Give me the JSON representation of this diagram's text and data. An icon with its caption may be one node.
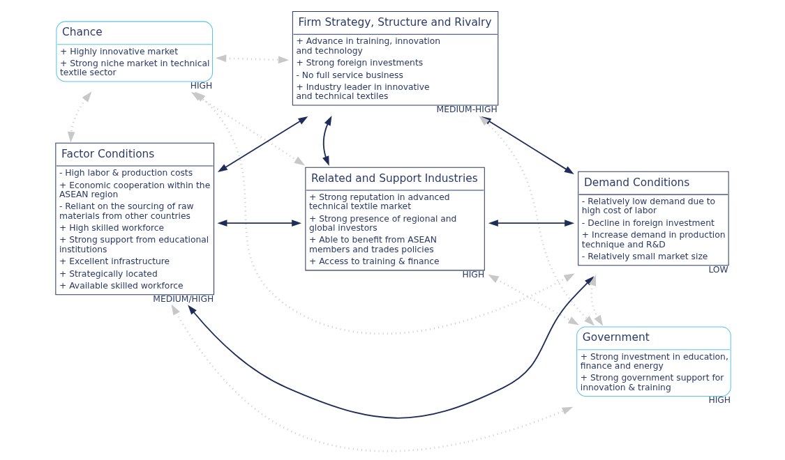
{
  "diagram": {
    "nodes": [
      {
        "text": [
          "Chance",
          "+ Highly innovative market",
          "+ Strong niche market in technical textile sector"
        ],
        "beside": [
          "HIGH"
        ]
      },
      {
        "text": [
          "Firm Strategy, Structure and Rivalry",
          "+ Advance in training, innovation and technology",
          "+ Strong foreign investments",
          "- No full service business",
          "+ Industry leader in innovative and technical textiles"
        ],
        "beside": [
          "MEDIUM-HIGH"
        ]
      },
      {
        "text": [
          "Factor Conditions",
          "- High labor & production costs",
          "+ Economic cooperation within the ASEAN region",
          "- Reliant on the sourcing of raw materials from other countries",
          "+ High skilled workforce",
          "+ Strong support from educational institutions",
          "+ Excellent infrastructure",
          "+ Strategically located",
          "+ Available skilled workforce"
        ],
        "beside": [
          "MEDIUM/HIGH"
        ]
      },
      {
        "text": [
          "Demand Conditions",
          "- Relatively low demand due to high cost of labor",
          "- Decline in foreign investment",
          "+ Increase demand in production technique and R&D",
          "- Relatively small market size"
        ],
        "beside": [
          "LOW"
        ]
      },
      {
        "text": [
          "Related and Support Industries",
          "+ Strong reputation in advanced technical textile market",
          "+ Strong presence of regional and global investors",
          "+ Able to benefit from ASEAN members and trades policies",
          "+ Access to training & finance"
        ],
        "beside": [
          "HIGH"
        ]
      },
      {
        "text": [
          "Government",
          "+ Strong investment in education, finance and energy",
          "+ Strong government support for innovation & training"
        ],
        "beside": [
          "HIGH"
        ]
      }
    ],
    "edges": [
      {
        "from": 2,
        "to": 1,
        "arrow": "both",
        "color": "#1f2d5a"
      },
      {
        "from": 1,
        "to": 3,
        "arrow": "both",
        "color": "#1f2d5a"
      },
      {
        "from": 2,
        "to": 3,
        "arrow": "both",
        "color": "#1f2d5a"
      },
      {
        "from": 1,
        "to": 4,
        "arrow": "both",
        "color": "#1f2d5a"
      },
      {
        "from": 2,
        "to": 4,
        "arrow": "both",
        "color": "#1f2d5a"
      },
      {
        "from": 4,
        "to": 3,
        "arrow": "both",
        "color": "#1f2d5a"
      },
      {
        "from": 0,
        "to": 1,
        "arrow": "both",
        "color": "#c8c8c8",
        "style": "dashed"
      },
      {
        "from": 0,
        "to": 2,
        "arrow": "both",
        "color": "#c8c8c8",
        "style": "dashed"
      },
      {
        "from": 0,
        "to": 3,
        "arrow": "both",
        "color": "#c8c8c8",
        "style": "dashed"
      },
      {
        "from": 0,
        "to": 4,
        "arrow": "both",
        "color": "#c8c8c8",
        "style": "dashed"
      },
      {
        "from": 1,
        "to": 5,
        "arrow": "both",
        "color": "#c8c8c8",
        "style": "dashed"
      },
      {
        "from": 2,
        "to": 5,
        "arrow": "both",
        "color": "#c8c8c8",
        "style": "dashed"
      },
      {
        "from": 3,
        "to": 5,
        "arrow": "both",
        "color": "#c8c8c8",
        "style": "dashed"
      },
      {
        "from": 4,
        "to": 5,
        "arrow": "both",
        "color": "#c8c8c8",
        "style": "dashed"
      }
    ]
  }
}
